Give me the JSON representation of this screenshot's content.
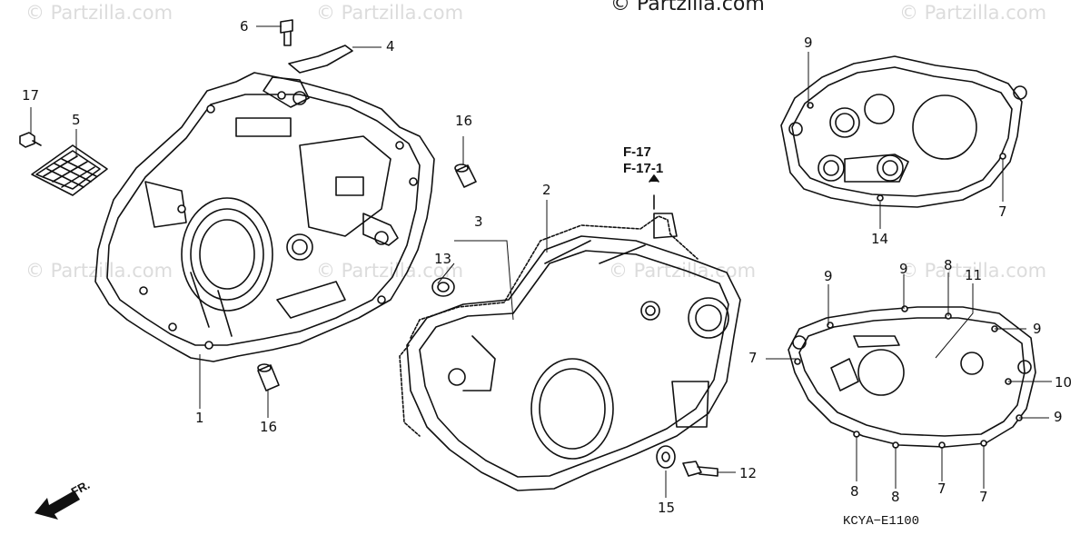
{
  "watermark": {
    "text": "© Partzilla.com"
  },
  "copyright": "© Partzilla.com",
  "reference": {
    "line1": "F-17",
    "line2": "F-17-1"
  },
  "front_marker": "FR.",
  "diagram_code": "KCYA−E1100",
  "callouts": {
    "c1": "1",
    "c2": "2",
    "c3": "3",
    "c4": "4",
    "c5": "5",
    "c6": "6",
    "c7a": "7",
    "c7b": "7",
    "c7c": "7",
    "c7d": "7",
    "c8a": "8",
    "c8b": "8",
    "c8c": "8",
    "c9a": "9",
    "c9b": "9",
    "c9c": "9",
    "c9d": "9",
    "c9e": "9",
    "c10": "10",
    "c11": "11",
    "c12": "12",
    "c13": "13",
    "c14": "14",
    "c15": "15",
    "c16a": "16",
    "c16b": "16",
    "c17": "17"
  }
}
